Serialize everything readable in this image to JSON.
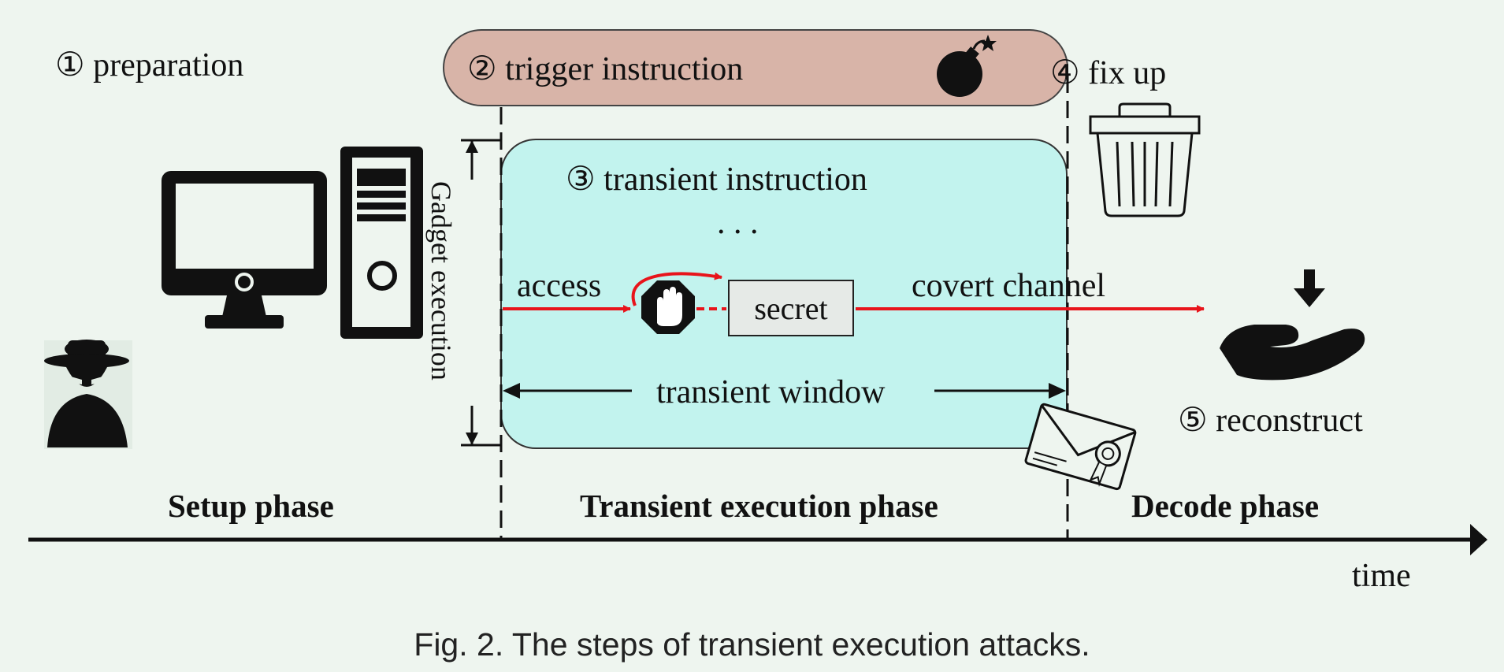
{
  "steps": {
    "step1": "① preparation",
    "step2": "② trigger instruction",
    "step3": "③ transient instruction",
    "step3_ellipsis": ". . .",
    "step4": "④ fix up",
    "step5": "⑤ reconstruct"
  },
  "labels": {
    "access": "access",
    "secret": "secret",
    "covert_channel": "covert channel",
    "transient_window": "transient window",
    "gadget_execution": "Gadget execution",
    "time": "time"
  },
  "phases": {
    "setup": "Setup phase",
    "transient": "Transient execution phase",
    "decode": "Decode phase"
  },
  "caption": "Fig. 2.  The steps of transient execution attacks.",
  "colors": {
    "background": "#eef5ef",
    "trigger_band": "#d8b4a8",
    "transient_box": "#c2f3ee",
    "flow_arrow": "#e8141b",
    "ink": "#111111"
  },
  "icons": [
    "attacker-icon",
    "monitor-icon",
    "computer-tower-icon",
    "bomb-icon",
    "trash-bin-icon",
    "stop-hand-icon",
    "certificate-envelope-icon",
    "receive-hand-icon"
  ]
}
